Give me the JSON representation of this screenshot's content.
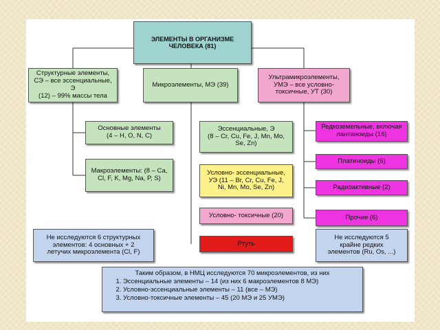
{
  "root": {
    "label": "ЭЛЕМЕНТЫ В ОРГАНИЗМЕ\nЧЕЛОВЕКА (81)"
  },
  "categories": {
    "structural": "Структурные элементы,\nСЭ – все эссенциальные, Э\n(12) – 99% массы тела",
    "micro": "Микроэлементы, МЭ (39)",
    "ultra": "Ультрамикроэлементы,\nУМЭ – все условно-\nтоксичные, УТ (30)"
  },
  "structural_children": {
    "basic": "Основные элементы\n(4 – H, O, N, C)",
    "macro": "Макроэлементы: (8 – Ca,\nCl, F, K, Mg, Na, P, S)"
  },
  "micro_children": {
    "essential": "Эссенциальные, Э\n(8 – Cr, Cu, Fe, J, Mn, Mo,\nSe, Zn)",
    "conditionally_essential": "Условно- эссенциальные,\nУЭ (11 – Br, Cr, Cu, Fe, J,\nNi, Mn, Mo, Se, Zn)",
    "conditionally_toxic": "Условно- токсичные (20)",
    "mercury": "Ртуть"
  },
  "ultra_children": {
    "rare_earth": "Редкоземельные, включая\nлантаноиды (16)",
    "platinoids": "Платиноиды (6)",
    "radioactive": "Радиоактивные (2)",
    "rest": "Прочие (6)"
  },
  "notes": {
    "left": "Не исследуются 6 структурных\nэлементов: 4 основных + 2\nлетучих микроэлемента (Cl, F)",
    "right": "Не исследуются 5\nкрайне редких\nэлементов (Ru, Os, ...)"
  },
  "summary": {
    "intro": "Таким образом, в НМЦ исследуются 70 микроэлементов, из них",
    "items": [
      "Эссенциальные элементы – 14 (из них 6 макроэлементов 8 МЭ)",
      "Условно-эссенциальные элементы – 11 (все – МЭ)",
      "Условно-токсичные элементы – 45 (20 МЭ и 25 УМЭ)"
    ]
  },
  "colors": {
    "root": "#9fd3d0",
    "structural": "#c5e3bd",
    "micro": "#c5e3bd",
    "ultra": "#f2a7cf",
    "essential": "#c5e3bd",
    "conditionally_essential": "#fdf28a",
    "conditionally_toxic": "#f2a7cf",
    "mercury": "#e31a1a",
    "ultra_children": "#ee34e0",
    "notes": "#c3d5ee"
  }
}
